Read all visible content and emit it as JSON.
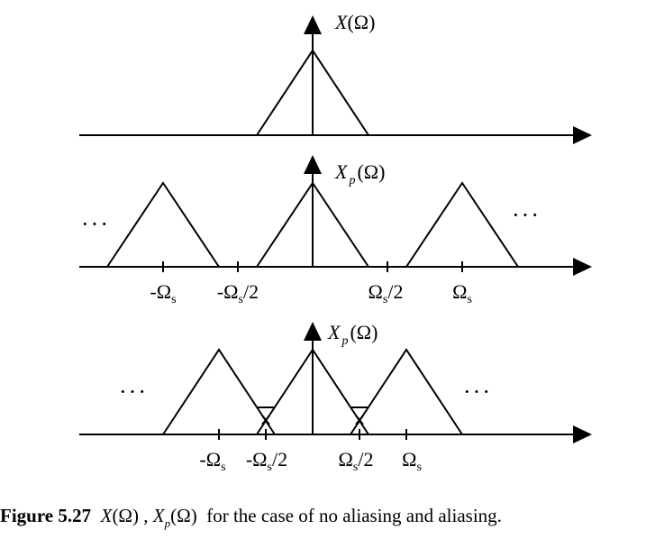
{
  "panels": [
    {
      "id": "top",
      "title_main": "X",
      "title_sub": "",
      "title_arg": "(Ω)",
      "ticks": [],
      "dots_left": "",
      "dots_right": ""
    },
    {
      "id": "middle",
      "title_main": "X",
      "title_sub": "p",
      "title_arg": "(Ω)",
      "ticks": [
        {
          "main": "-Ω",
          "sub": "s",
          "tail": ""
        },
        {
          "main": "-Ω",
          "sub": "s",
          "tail": "/2"
        },
        {
          "main": "Ω",
          "sub": "s",
          "tail": "/2"
        },
        {
          "main": "Ω",
          "sub": "s",
          "tail": ""
        }
      ],
      "dots_left": "···",
      "dots_right": "···"
    },
    {
      "id": "bottom",
      "title_main": "X",
      "title_sub": "p",
      "title_arg": "(Ω)",
      "ticks": [
        {
          "main": "-Ω",
          "sub": "s",
          "tail": ""
        },
        {
          "main": "-Ω",
          "sub": "s",
          "tail": "/2"
        },
        {
          "main": "Ω",
          "sub": "s",
          "tail": "/2"
        },
        {
          "main": "Ω",
          "sub": "s",
          "tail": ""
        }
      ],
      "dots_left": "···",
      "dots_right": "···"
    }
  ],
  "caption": {
    "label": "Figure 5.27",
    "x_main": "X",
    "x_arg": "(Ω)",
    "sep": " , ",
    "xp_main": "X",
    "xp_sub": "p",
    "xp_arg": "(Ω)",
    "text": "for the case of no aliasing and aliasing."
  }
}
